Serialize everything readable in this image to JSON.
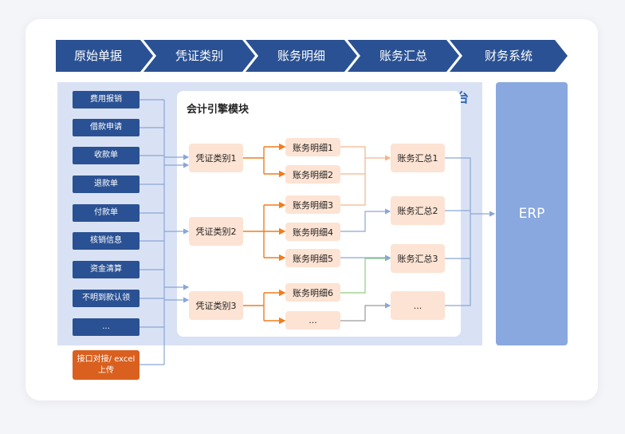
{
  "stages": [
    "原始单据",
    "凭证类别",
    "账务明细",
    "账务汇总",
    "财务系统"
  ],
  "finance_platform_title": "财务中台",
  "engine_title": "会计引擎模块",
  "sources": [
    "费用报销",
    "借款申请",
    "收款单",
    "退款单",
    "付款单",
    "核销信息",
    "资金清算",
    "不明到款认领",
    "..."
  ],
  "source_interface": "接口对接/ excel上传",
  "voucher_types": [
    "凭证类别1",
    "凭证类别2",
    "凭证类别3"
  ],
  "details": [
    "账务明细1",
    "账务明细2",
    "账务明细3",
    "账务明细4",
    "账务明细5",
    "账务明细6",
    "..."
  ],
  "summaries": [
    "账务汇总1",
    "账务汇总2",
    "账务汇总3",
    "..."
  ],
  "erp_label": "ERP",
  "colors": {
    "stage_blue": "#2a5193",
    "platform_bg": "#d9e2f4",
    "platform_title": "#2c64b4",
    "box_fill": "#fde3d3",
    "orange_line": "#f07d1e",
    "peach_line": "#f5b48c",
    "blue_line": "#8aa6d6",
    "green_line": "#8fcf80",
    "erp_fill": "#88a8df",
    "interface_orange": "#d9601e"
  }
}
